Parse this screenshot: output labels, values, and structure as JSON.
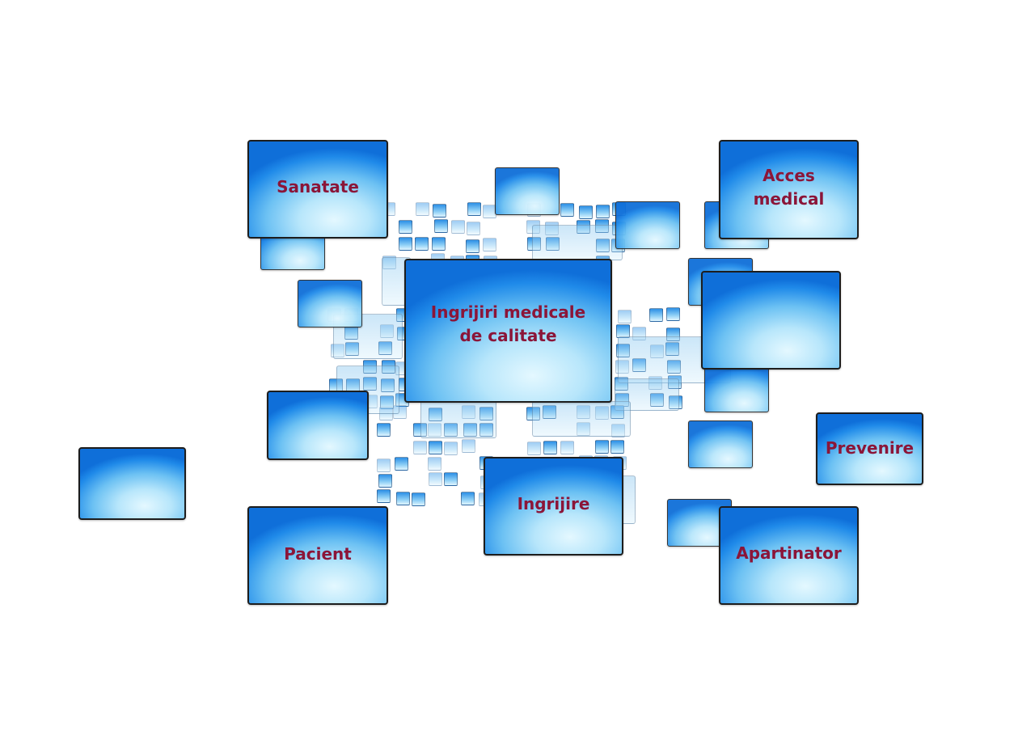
{
  "diagram": {
    "center": {
      "label": "Ingrijiri medicale\nde calitate"
    },
    "nodes": [
      {
        "id": "sanatate",
        "label": "Sanatate"
      },
      {
        "id": "acces-medical",
        "label": "Acces\nmedical"
      },
      {
        "id": "prevenire",
        "label": "Prevenire"
      },
      {
        "id": "ingrijire",
        "label": "Ingrijire"
      },
      {
        "id": "pacient",
        "label": "Pacient"
      },
      {
        "id": "apartinator",
        "label": "Apartinator"
      }
    ]
  },
  "colors": {
    "label_text": "#8b1538",
    "tile_dark": "#0f6fd9",
    "tile_light": "#e4f8ff",
    "tile_border": "#1d1d1d"
  }
}
